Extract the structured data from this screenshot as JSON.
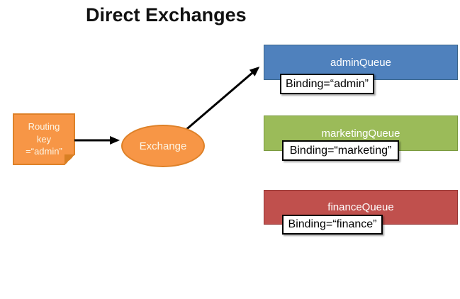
{
  "title": "Direct Exchanges",
  "note": {
    "text": "Routing\nkey\n=“admin”",
    "fill": "#f79646",
    "border": "#de8128"
  },
  "exchange": {
    "label": "Exchange",
    "fill": "#f79646",
    "border": "#de8128"
  },
  "queues": [
    {
      "name": "adminQueue",
      "binding": "Binding=“admin”",
      "fill": "#4f81bd",
      "border": "#3a6589"
    },
    {
      "name": "marketingQueue",
      "binding": "Binding=“marketing”",
      "fill": "#9bbb59",
      "border": "#7a9a3f"
    },
    {
      "name": "financeQueue",
      "binding": "Binding=“finance”",
      "fill": "#c0504d",
      "border": "#963634"
    }
  ],
  "arrows": [
    {
      "from": "routing-key-note",
      "to": "exchange"
    },
    {
      "from": "exchange",
      "to": "adminQueue"
    }
  ],
  "arrow_color": "#000000"
}
